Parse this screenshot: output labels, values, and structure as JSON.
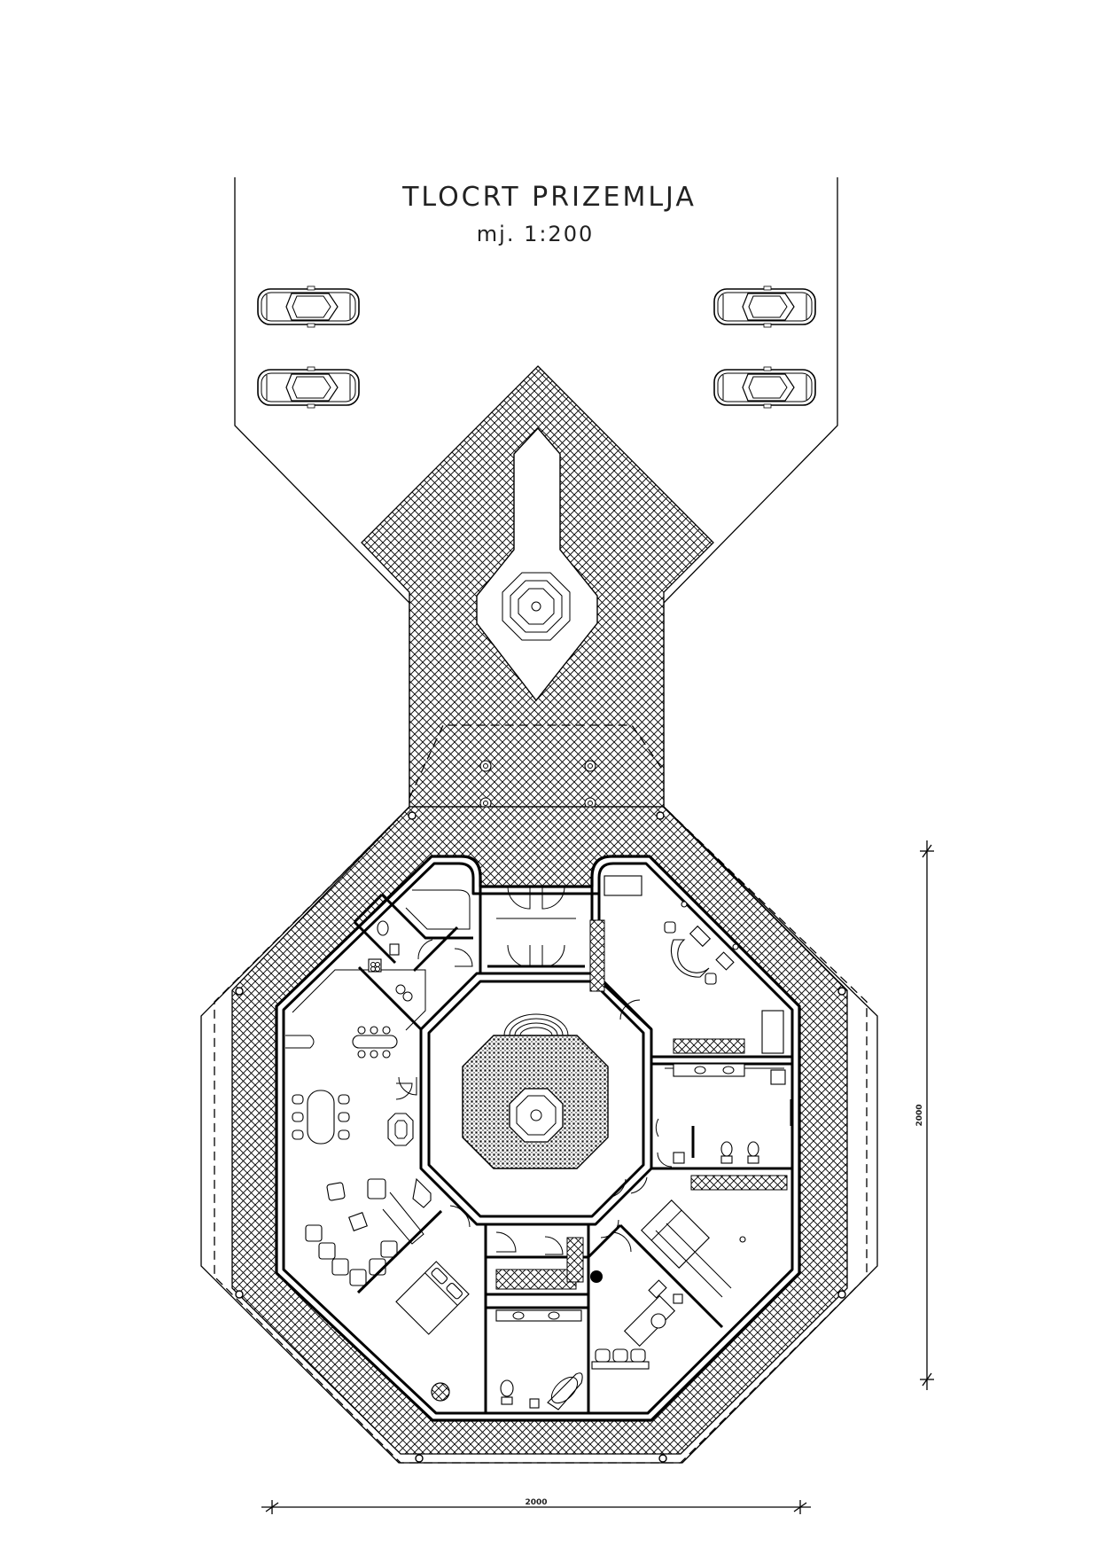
{
  "drawing": {
    "title": "TLOCRT PRIZEMLJA",
    "scale": "mj. 1:200",
    "dimension_horizontal": "2000",
    "dimension_vertical": "2000"
  },
  "colors": {
    "line": "#000000",
    "background": "#ffffff",
    "hatch": "#000000"
  },
  "symbols": {
    "parking": "car-icon",
    "fountain": "fountain-icon",
    "bollard": "bollard-icon",
    "plant": "plant-icon"
  }
}
